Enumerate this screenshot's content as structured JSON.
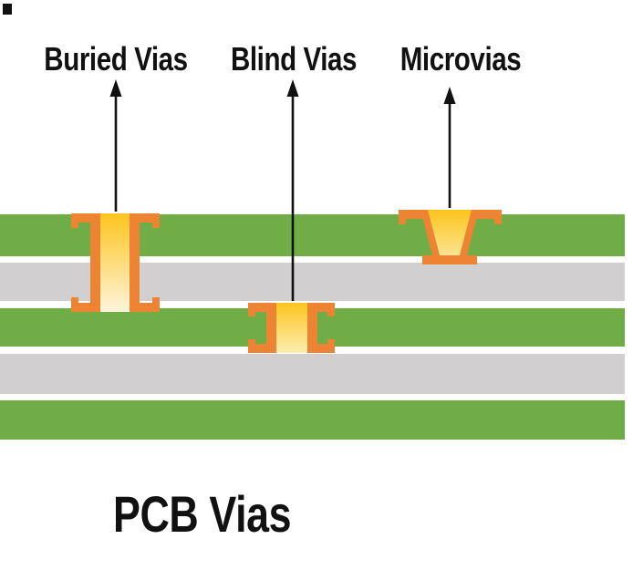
{
  "title": {
    "text": "PCB Vias"
  },
  "vias": [
    {
      "id": "buried-via",
      "label": "Buried Vias"
    },
    {
      "id": "blind-via",
      "label": "Blind Vias"
    },
    {
      "id": "microvia",
      "label": "Microvias"
    }
  ],
  "layers": [
    {
      "name": "board-layer-1",
      "material": "green"
    },
    {
      "name": "board-layer-2",
      "material": "gray"
    },
    {
      "name": "board-layer-3",
      "material": "green"
    },
    {
      "name": "board-layer-4",
      "material": "gray"
    },
    {
      "name": "board-layer-5",
      "material": "green"
    }
  ],
  "colors": {
    "green": "#70AD47",
    "gray": "#D1CFCF",
    "orange": "#ED8433",
    "gold": "#FCC41C",
    "cream_pale": "#FEF4DC",
    "cream_mid": "#FCEDB2",
    "cream_deep": "#FBE492",
    "black": "#111111"
  }
}
